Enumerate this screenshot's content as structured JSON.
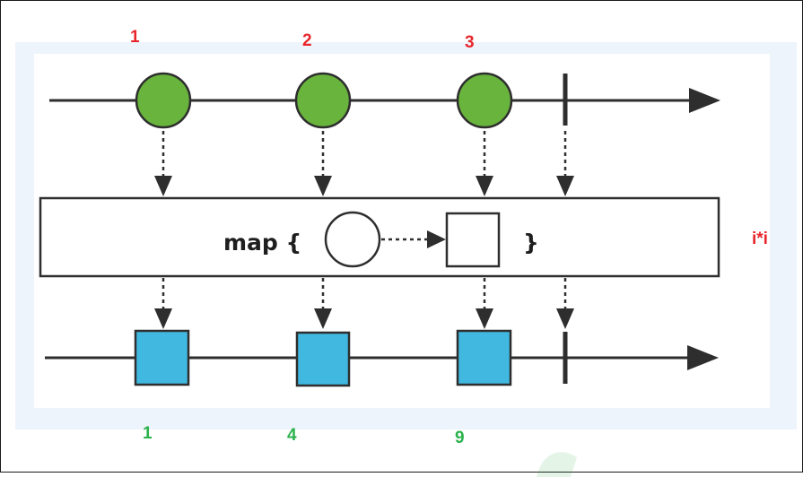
{
  "input_values": [
    "1",
    "2",
    "3"
  ],
  "output_values": [
    "1",
    "4",
    "9"
  ],
  "operator": {
    "label": "map {",
    "closing": "}",
    "formula": "i*i"
  },
  "colors": {
    "input_marble": "#69b43c",
    "output_marble": "#41b8e0",
    "input_value_text": "#e8262b",
    "output_value_text": "#2bb24c",
    "formula_text": "#e8262b",
    "line": "#2e2e2e"
  },
  "icons": [
    "circle-icon",
    "square-icon",
    "arrow-right-icon",
    "completion-bar"
  ]
}
